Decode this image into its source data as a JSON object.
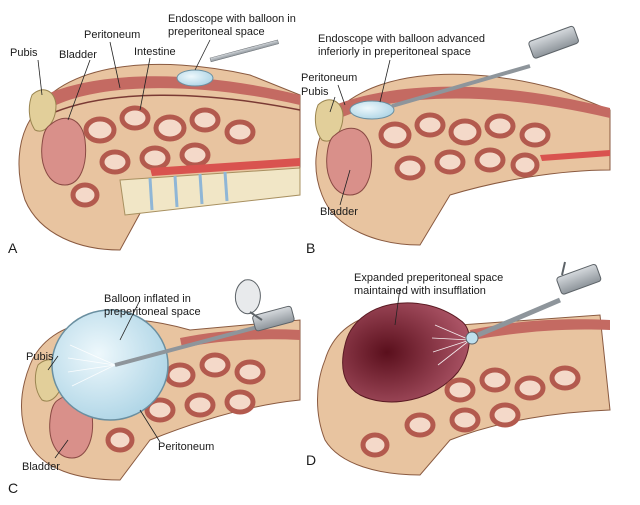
{
  "panels": [
    {
      "letter": "A",
      "labels": {
        "pubis": "Pubis",
        "bladder": "Bladder",
        "peritoneum": "Peritoneum",
        "intestine": "Intestine",
        "endoscope_line1": "Endoscope with balloon in",
        "endoscope_line2": "preperitoneal space"
      }
    },
    {
      "letter": "B",
      "labels": {
        "endoscope_line1": "Endoscope with balloon advanced",
        "endoscope_line2": "inferiorly in preperitoneal space",
        "peritoneum": "Peritoneum",
        "pubis": "Pubis",
        "bladder": "Bladder"
      }
    },
    {
      "letter": "C",
      "labels": {
        "balloon_line1": "Balloon inflated in",
        "balloon_line2": "preperitoneal space",
        "pubis": "Pubis",
        "peritoneum": "Peritoneum",
        "bladder": "Bladder"
      }
    },
    {
      "letter": "D",
      "labels": {
        "expanded_line1": "Expanded preperitoneal space",
        "expanded_line2": "maintained with insufflation"
      }
    }
  ],
  "colors": {
    "tissue": "#e8c4a0",
    "bowel": "#d98b7c",
    "bowel_inner": "#f4d9c9",
    "muscle": "#c46a62",
    "bone": "#e2cf9a",
    "balloon": "#bfe0ee",
    "instrument": "#9aa0a6",
    "insufflated_space": "#6e1e2a"
  }
}
